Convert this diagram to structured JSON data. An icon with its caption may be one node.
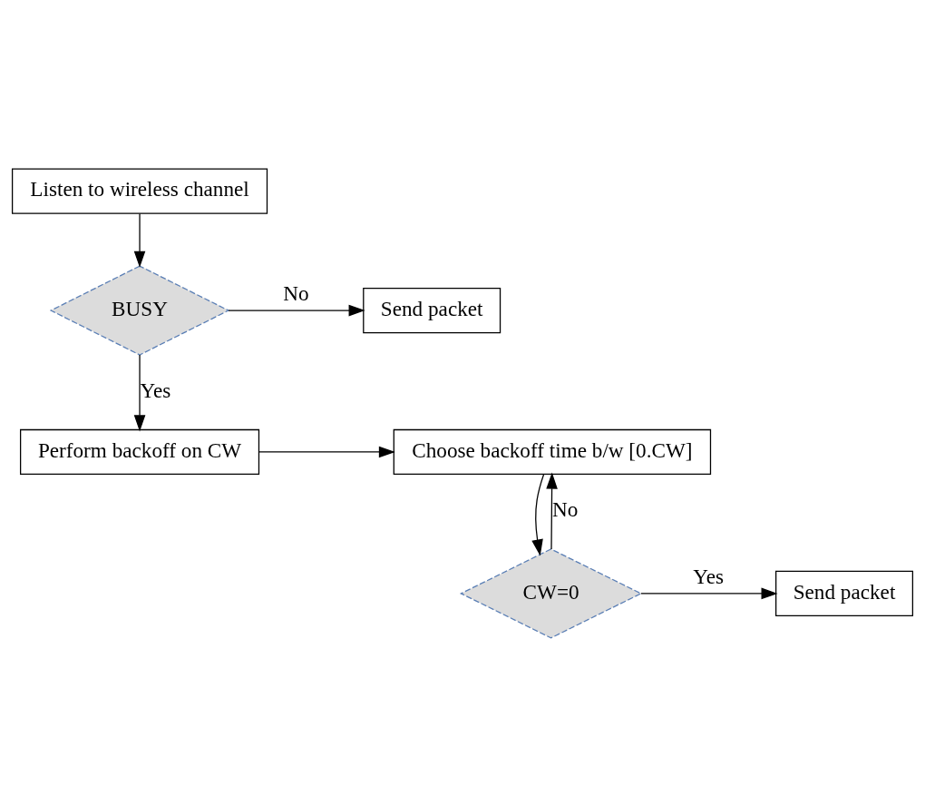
{
  "diagram": {
    "nodes": [
      {
        "text": [
          "Listen to wireless channel"
        ]
      },
      {
        "text": [
          "BUSY"
        ]
      },
      {
        "text": [
          "Send packet"
        ]
      },
      {
        "text": [
          "Perform backoff on CW"
        ]
      },
      {
        "text": [
          "Choose backoff time b/w [0.CW]"
        ]
      },
      {
        "text": [
          "CW=0"
        ]
      },
      {
        "text": [
          "Send packet"
        ]
      }
    ],
    "edges": [
      {
        "from": 0,
        "to": 1,
        "arrow": "to"
      },
      {
        "from": 1,
        "to": 2,
        "arrow": "to",
        "label": "No"
      },
      {
        "from": 1,
        "to": 3,
        "arrow": "to",
        "label": "Yes"
      },
      {
        "from": 3,
        "to": 4,
        "arrow": "to"
      },
      {
        "from": 4,
        "to": 5,
        "arrow": "to"
      },
      {
        "from": 5,
        "to": 6,
        "arrow": "to",
        "label": "Yes"
      },
      {
        "from": 5,
        "to": 4,
        "arrow": "to",
        "label": "No"
      }
    ]
  }
}
